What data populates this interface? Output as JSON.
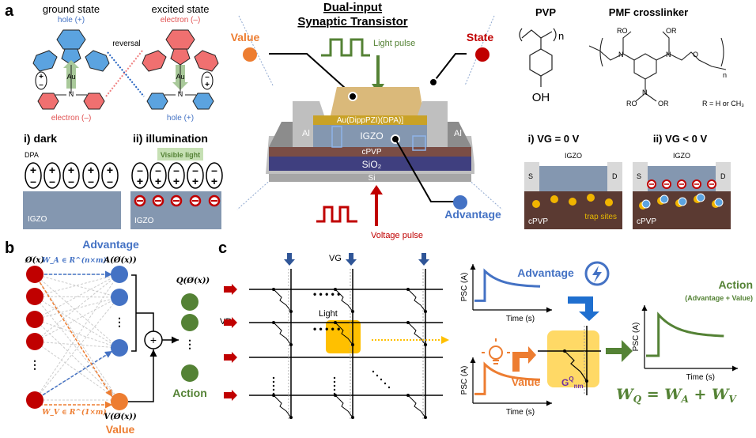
{
  "panel_labels": {
    "a": "a",
    "b": "b",
    "c": "c"
  },
  "colors": {
    "blue": "#4472c4",
    "red": "#c00000",
    "orange": "#ed7d31",
    "green": "#548235",
    "igzo": "#8497b0",
    "cpvp": "#5b3a32",
    "sio2": "#3f3f7f",
    "al": "#bfbfbf",
    "gold": "#c9a227",
    "highlight": "#ffc000"
  },
  "molecule": {
    "ground_title": "ground state",
    "ground_top": "hole (+)",
    "ground_bottom": "electron (–)",
    "excited_title": "excited state",
    "excited_top": "electron (–)",
    "excited_bottom": "hole (+)",
    "reversal": "reversal",
    "au": "Au",
    "n": "N"
  },
  "dark_panel": {
    "title": "i) dark",
    "dpa": "DPA",
    "igzo": "IGZO"
  },
  "illum_panel": {
    "title": "ii) illumination",
    "light": "Visible light",
    "igzo": "IGZO"
  },
  "device": {
    "title_line1": "Dual-input",
    "title_line2": "Synaptic Transistor",
    "value": "Value",
    "state": "State",
    "advantage": "Advantage",
    "light_pulse": "Light pulse",
    "voltage_pulse": "Voltage pulse",
    "au_layer": "Au(DippPZI)(DPA)]",
    "al_left": "Al",
    "al_right": "Al",
    "igzo": "IGZO",
    "cpvp": "cPVP",
    "sio2": "SiO₂",
    "si": "Si"
  },
  "chem": {
    "pvp_title": "PVP",
    "pmf_title": "PMF crosslinker",
    "oh": "OH",
    "n_sub": "n",
    "r_def": "R = H or CH₃"
  },
  "vg_panels": {
    "zero_title": "i) VG = 0 V",
    "neg_title": "ii) VG < 0 V",
    "igzo": "IGZO",
    "s": "S",
    "d": "D",
    "cpvp": "cPVP",
    "trap": "trap sites"
  },
  "network": {
    "input_label": "Ø(x)",
    "wa": "W_A ∈ R^(n×m)",
    "wv": "W_V ∈ R^(1×m)",
    "advantage": "Advantage",
    "a_label": "A(Ø(x))",
    "v_label": "V(Ø(x))",
    "q_label": "Q(Ø(x))",
    "value": "Value",
    "action": "Action",
    "plus": "+"
  },
  "array": {
    "vg": "VG",
    "vd": "VD",
    "light": "Light"
  },
  "plots": {
    "advantage_title": "Advantage",
    "value_title": "Value",
    "action_title": "Action",
    "action_sub": "(Advantage + Value)",
    "ylabel": "PSC (A)",
    "xlabel": "Time (s)",
    "gnm": "GQnm",
    "equation": "WQ = WA + WV"
  }
}
